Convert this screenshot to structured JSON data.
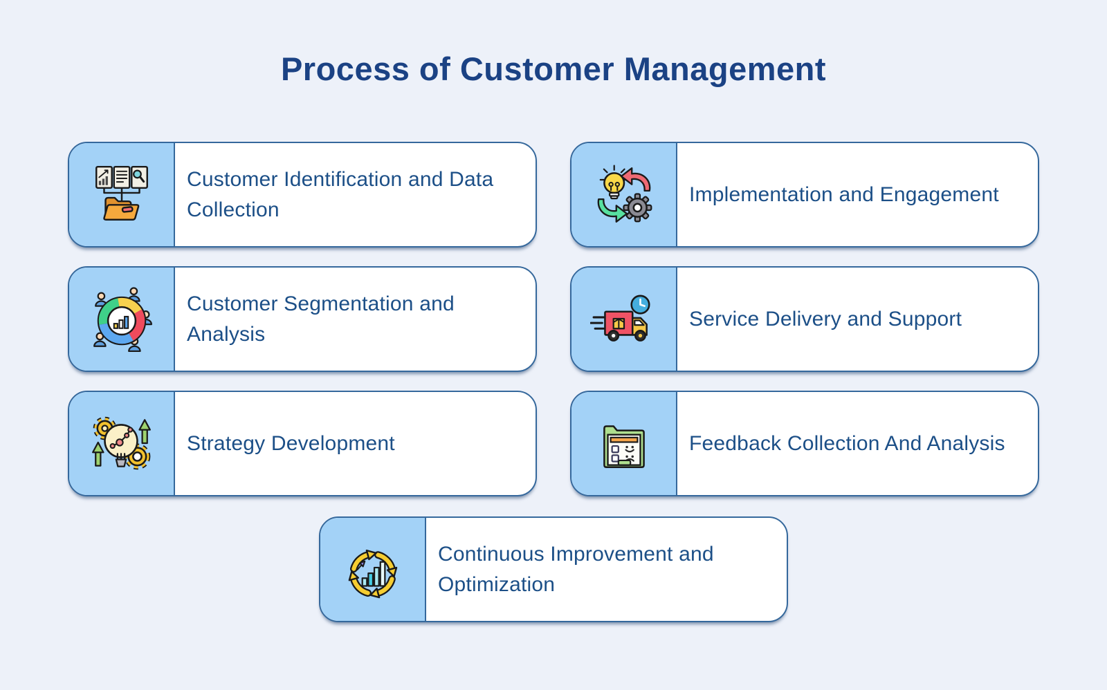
{
  "page": {
    "title": "Process of Customer Management"
  },
  "colors": {
    "background": "#edf1f9",
    "card_background": "#ffffff",
    "icon_panel_background": "#a3d2f7",
    "card_border": "#35689c",
    "title_text": "#1b4284",
    "card_text": "#1c4f87"
  },
  "cards": [
    {
      "title": "Customer Identification and Data Collection",
      "icon": "documents-folder-icon",
      "column": "left",
      "row": 1
    },
    {
      "title": "Customer Segmentation and Analysis",
      "icon": "segmentation-chart-icon",
      "column": "left",
      "row": 2
    },
    {
      "title": "Strategy Development",
      "icon": "strategy-bulb-gears-icon",
      "column": "left",
      "row": 3
    },
    {
      "title": "Implementation and Engagement",
      "icon": "bulb-gear-cycle-icon",
      "column": "right",
      "row": 1
    },
    {
      "title": "Service Delivery and Support",
      "icon": "delivery-truck-icon",
      "column": "right",
      "row": 2
    },
    {
      "title": "Feedback Collection And Analysis",
      "icon": "feedback-form-icon",
      "column": "right",
      "row": 3
    },
    {
      "title": "Continuous Improvement and Optimization",
      "icon": "improvement-cycle-icon",
      "column": "center",
      "row": 4
    }
  ]
}
